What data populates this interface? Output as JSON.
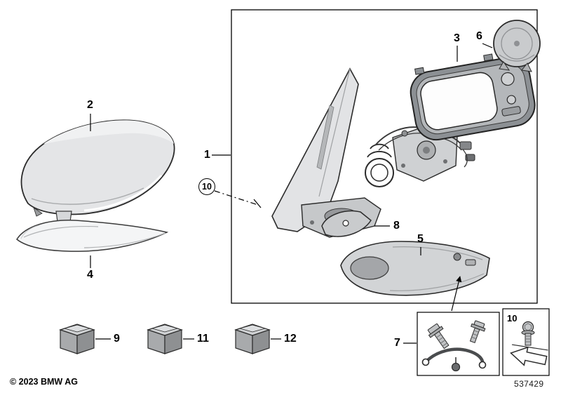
{
  "footer": {
    "copyright": "© 2023 BMW AG",
    "diagram_number": "537429"
  },
  "callouts": {
    "c1": "1",
    "c2": "2",
    "c3": "3",
    "c4": "4",
    "c5": "5",
    "c6": "6",
    "c7": "7",
    "c8": "8",
    "c9": "9",
    "c10_circle": "10",
    "c10_box": "10",
    "c11": "11",
    "c12": "12"
  },
  "colors": {
    "outline": "#2b2b2b",
    "part_light": "#e2e3e5",
    "part_mid": "#c9cbcd",
    "part_dark": "#8e9092"
  }
}
